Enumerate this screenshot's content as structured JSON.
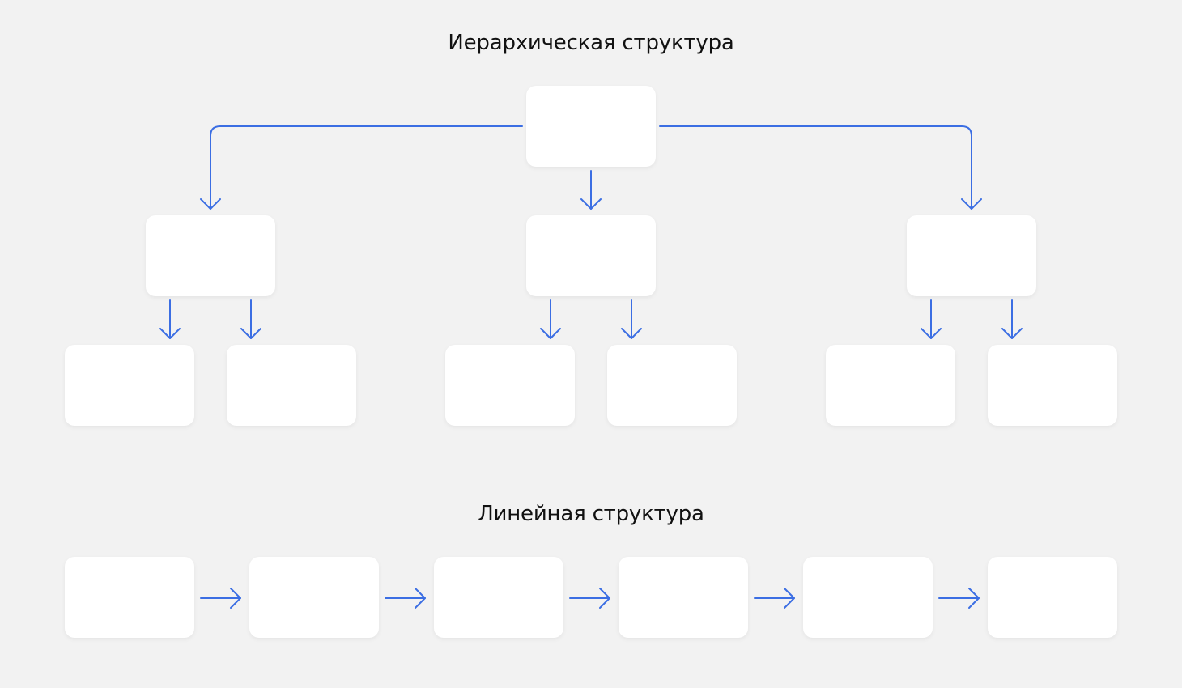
{
  "hierarchy": {
    "title": "Иерархическая структура",
    "root": {
      "children": [
        {
          "children": [
            {},
            {}
          ]
        },
        {
          "children": [
            {},
            {}
          ]
        },
        {
          "children": [
            {},
            {}
          ]
        }
      ]
    }
  },
  "linear": {
    "title": "Линейная структура",
    "count": 6
  },
  "colors": {
    "background": "#f2f2f2",
    "node": "#ffffff",
    "connector": "#3b6ee3"
  }
}
